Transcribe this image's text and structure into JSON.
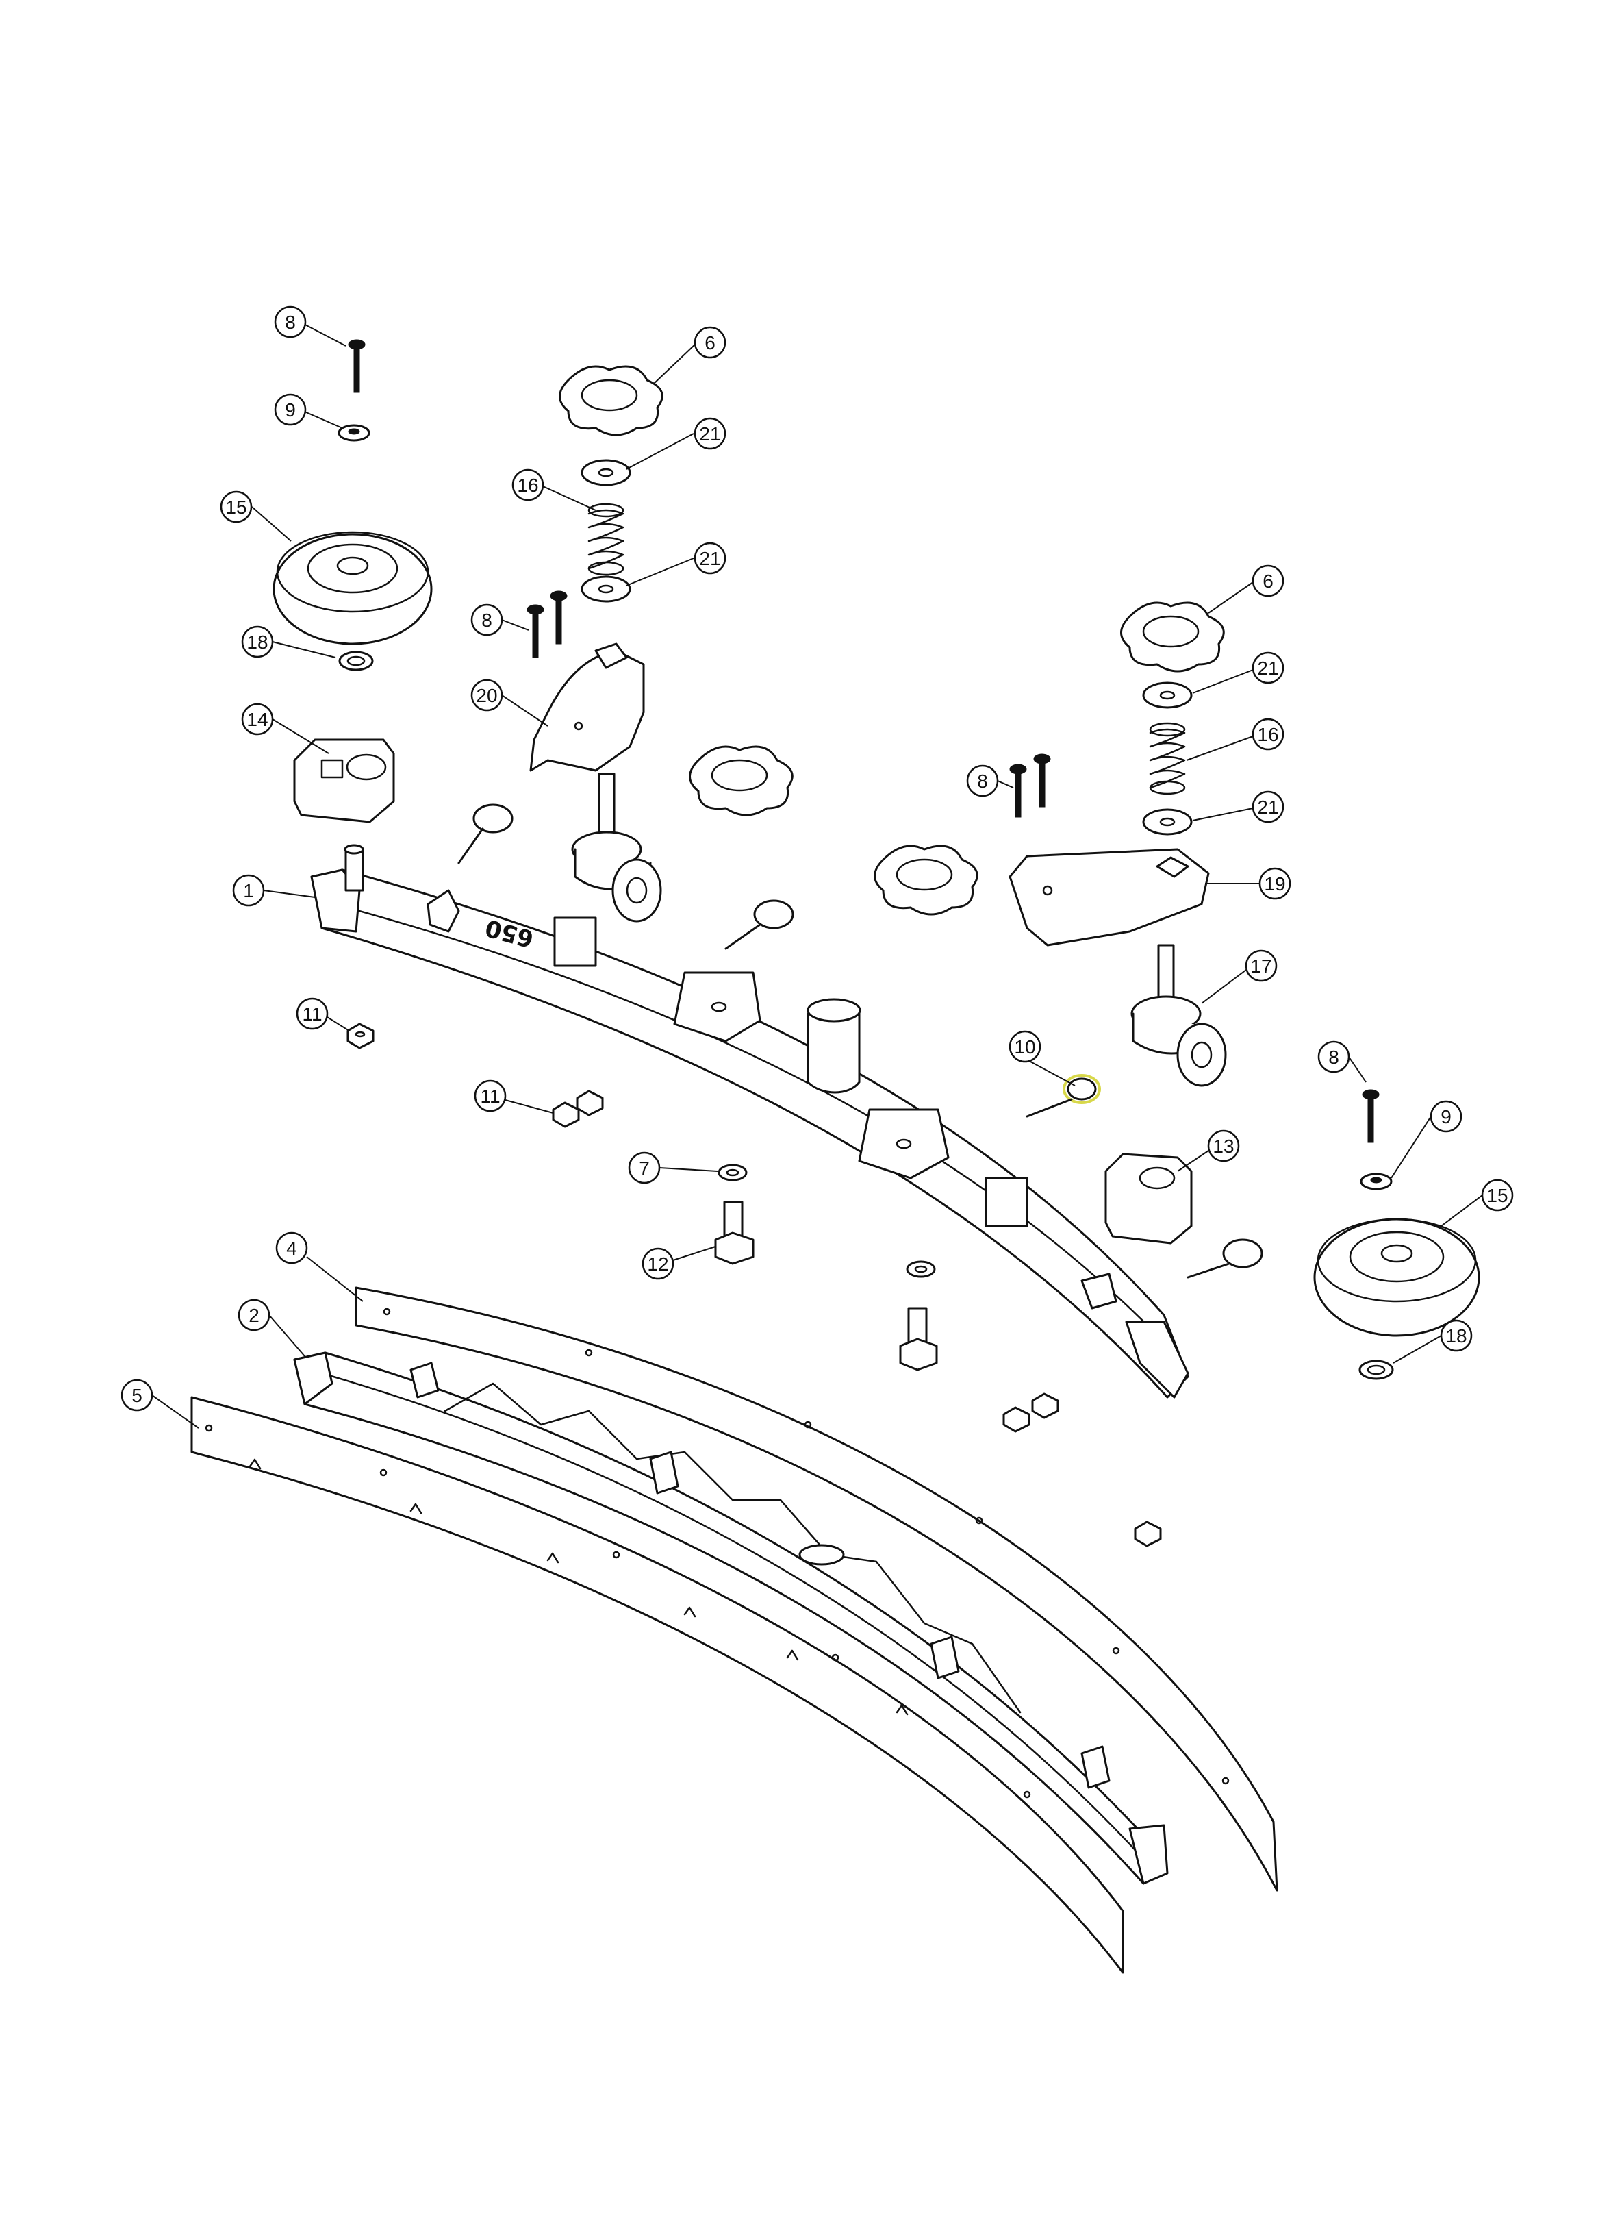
{
  "balloons": [
    "8",
    "9",
    "15",
    "18",
    "14",
    "6",
    "21",
    "16",
    "21",
    "8",
    "20",
    "1",
    "11",
    "11",
    "7",
    "12",
    "4",
    "2",
    "5",
    "6",
    "21",
    "16",
    "8",
    "21",
    "19",
    "17",
    "10",
    "8",
    "9",
    "13",
    "15",
    "18"
  ],
  "part_stamp": "650",
  "highlight_color": "#d8d84a",
  "line_color": "#111111",
  "background_color": "#ffffff"
}
